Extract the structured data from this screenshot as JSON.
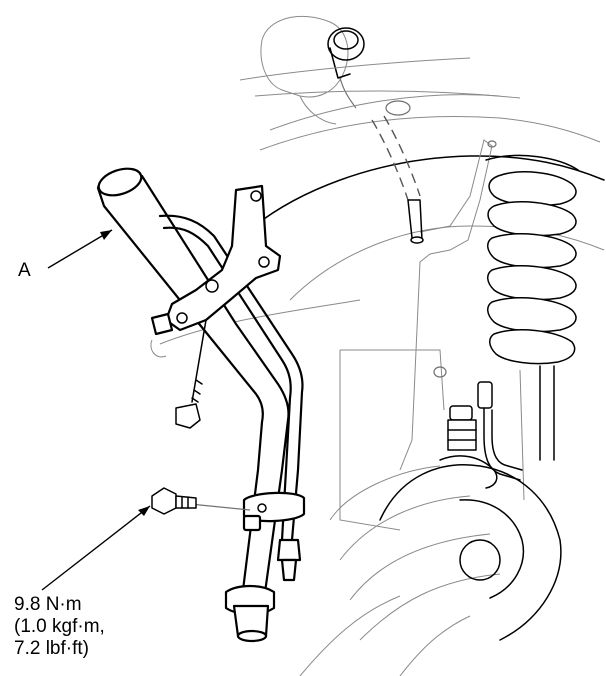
{
  "callouts": {
    "part_a": "A",
    "torque_nm": "9.8 N·m",
    "torque_kgf": "(1.0 kgf·m,",
    "torque_lbf": "7.2 lbf·ft)"
  },
  "colors": {
    "line": "#000000",
    "background_line": "#8a8a8a",
    "background": "#ffffff"
  }
}
